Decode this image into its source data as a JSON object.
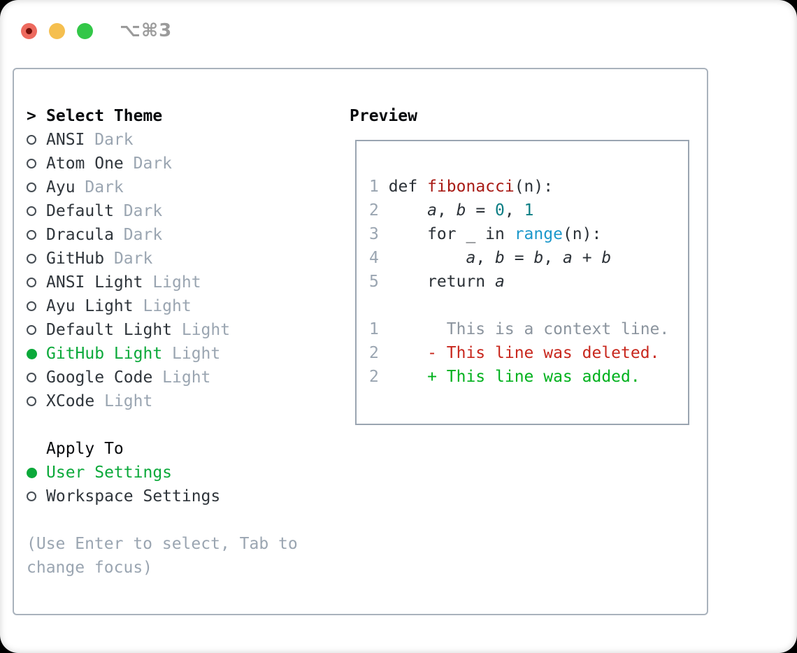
{
  "titlebar": {
    "shortcut": "⌥⌘3"
  },
  "colors": {
    "light-red": "#ed6a5e",
    "light-red-dot": "#72100a",
    "light-yellow": "#f5bf4f",
    "light-green": "#33c748",
    "title-gray": "#9b9b9b",
    "panel-border": "#a9b2bc",
    "preview-border": "#9aa5b1",
    "header-black": "#07090c",
    "text-dark": "#2f353b",
    "code-fg": "#2b3137",
    "muted-gray": "#9aa5b1",
    "context-gray": "#8b949e",
    "radio-border": "#474e55",
    "accent-green": "#0ba93a",
    "added-green": "#00b11d",
    "deleted-red": "#c8271d",
    "keyword-red": "#a81b15",
    "number-teal": "#0d7e84",
    "builtin-blue": "#1b98cb"
  },
  "theme_selector": {
    "cursor": ">",
    "title": "Select Theme",
    "items": [
      {
        "label": "ANSI",
        "variant": "Dark",
        "selected": false
      },
      {
        "label": "Atom One",
        "variant": "Dark",
        "selected": false
      },
      {
        "label": "Ayu",
        "variant": "Dark",
        "selected": false
      },
      {
        "label": "Default",
        "variant": "Dark",
        "selected": false
      },
      {
        "label": "Dracula",
        "variant": "Dark",
        "selected": false
      },
      {
        "label": "GitHub",
        "variant": "Dark",
        "selected": false
      },
      {
        "label": "ANSI Light",
        "variant": "Light",
        "selected": false
      },
      {
        "label": "Ayu Light",
        "variant": "Light",
        "selected": false
      },
      {
        "label": "Default Light",
        "variant": "Light",
        "selected": false
      },
      {
        "label": "GitHub Light",
        "variant": "Light",
        "selected": true
      },
      {
        "label": "Google Code",
        "variant": "Light",
        "selected": false
      },
      {
        "label": "XCode",
        "variant": "Light",
        "selected": false
      }
    ],
    "apply_to": {
      "title": "Apply To",
      "options": [
        {
          "label": "User Settings",
          "selected": true
        },
        {
          "label": "Workspace Settings",
          "selected": false
        }
      ]
    },
    "hint": "(Use Enter to select, Tab to change focus)"
  },
  "preview": {
    "title": "Preview",
    "code_lines": [
      {
        "num": "1",
        "tokens": [
          [
            "def ",
            "p"
          ],
          [
            "fibonacci",
            "k"
          ],
          [
            "(n):",
            "p"
          ]
        ]
      },
      {
        "num": "2",
        "tokens": [
          [
            "    ",
            "p"
          ],
          [
            "a",
            "v"
          ],
          [
            ", ",
            "p"
          ],
          [
            "b",
            "v"
          ],
          [
            " = ",
            "p"
          ],
          [
            "0",
            "n"
          ],
          [
            ", ",
            "p"
          ],
          [
            "1",
            "n"
          ]
        ]
      },
      {
        "num": "3",
        "tokens": [
          [
            "    for _ in ",
            "p"
          ],
          [
            "range",
            "b"
          ],
          [
            "(n):",
            "p"
          ]
        ]
      },
      {
        "num": "4",
        "tokens": [
          [
            "        ",
            "p"
          ],
          [
            "a",
            "v"
          ],
          [
            ", ",
            "p"
          ],
          [
            "b",
            "v"
          ],
          [
            " = ",
            "p"
          ],
          [
            "b",
            "v"
          ],
          [
            ", ",
            "p"
          ],
          [
            "a",
            "v"
          ],
          [
            " + ",
            "p"
          ],
          [
            "b",
            "v"
          ]
        ]
      },
      {
        "num": "5",
        "tokens": [
          [
            "    return ",
            "p"
          ],
          [
            "a",
            "v"
          ]
        ]
      }
    ],
    "diff_lines": [
      {
        "num": "1",
        "text": "      This is a context line.",
        "kind": "context"
      },
      {
        "num": "2",
        "text": "    - This line was deleted.",
        "kind": "deleted"
      },
      {
        "num": "2",
        "text": "    + This line was added.",
        "kind": "added"
      }
    ]
  }
}
